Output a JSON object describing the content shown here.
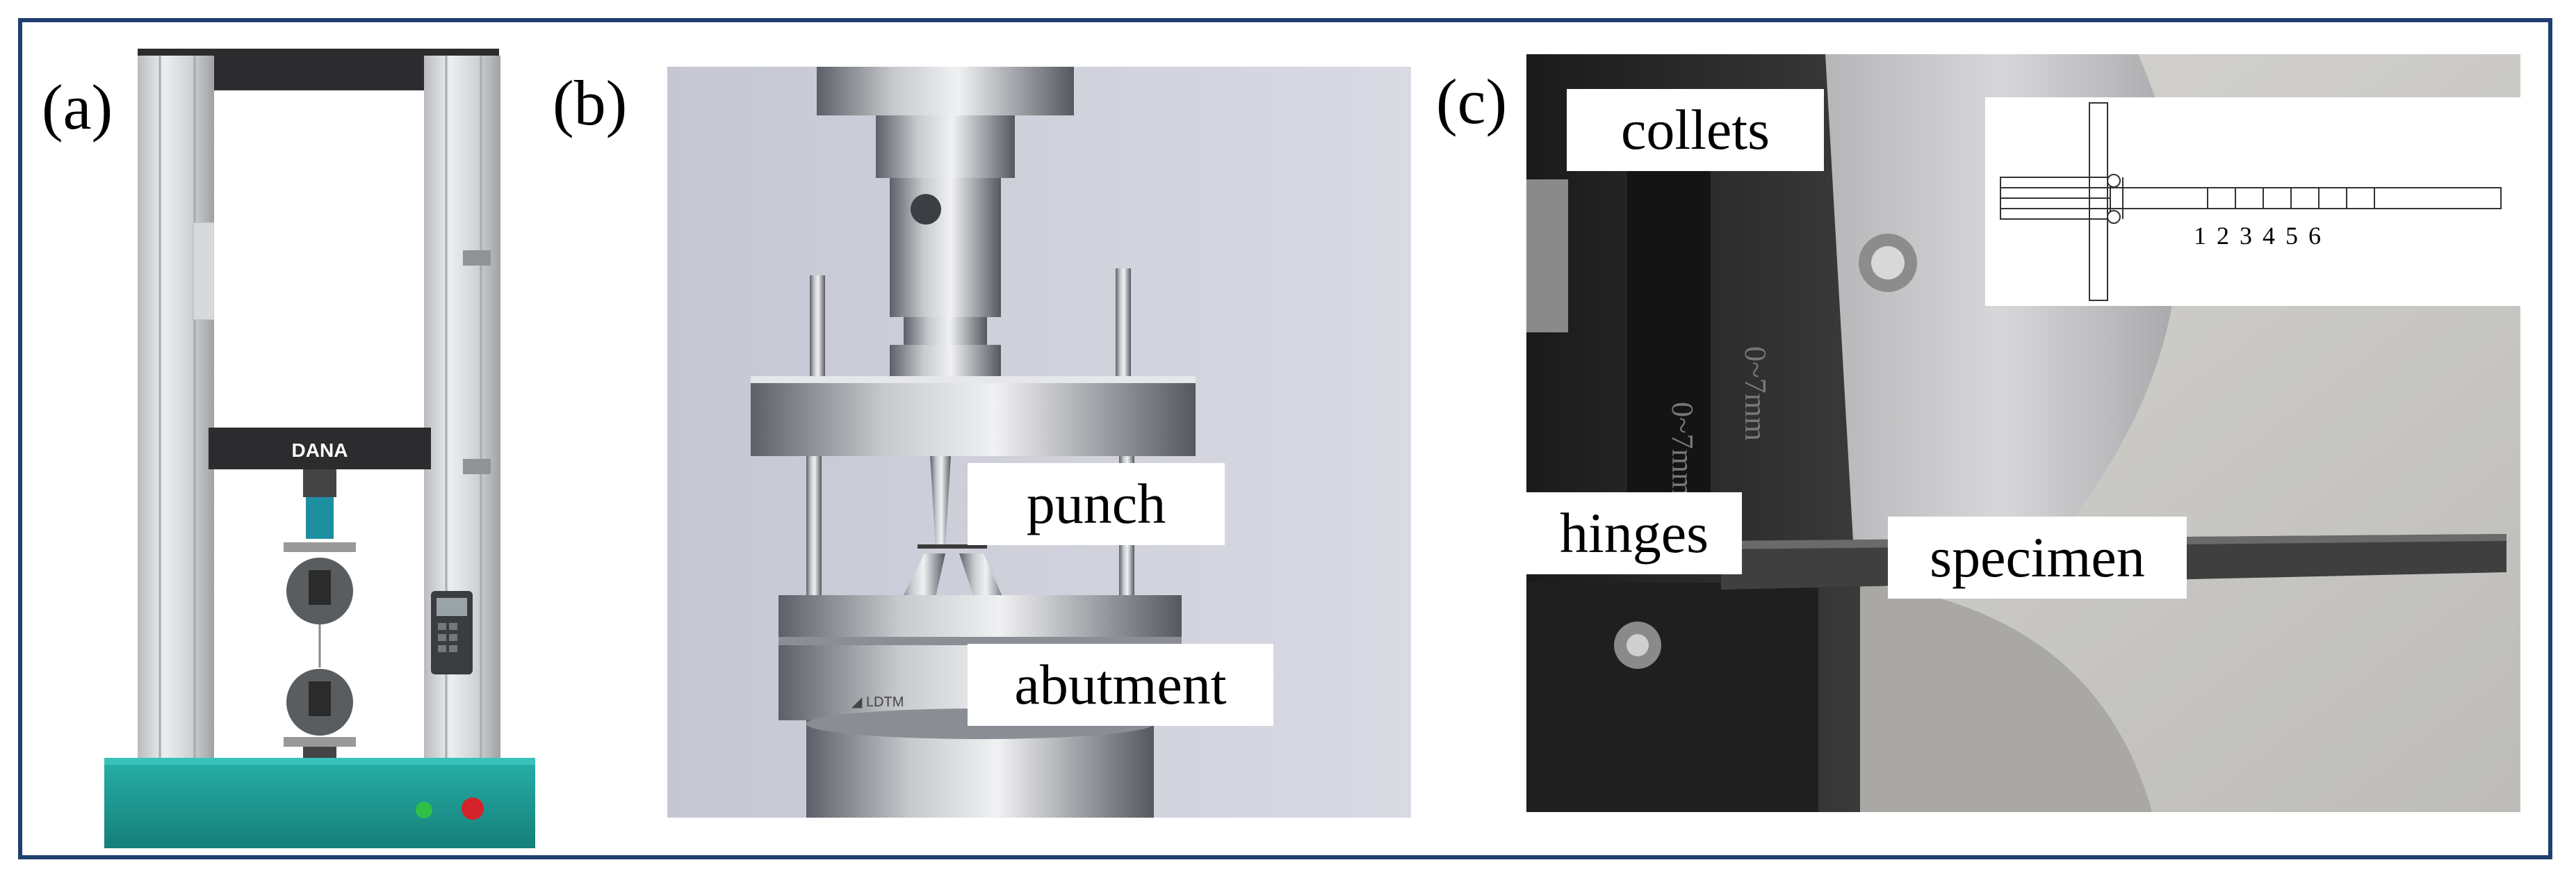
{
  "panels": [
    {
      "label": "(a)"
    },
    {
      "label": "(b)",
      "callouts": [
        "punch",
        "abutment"
      ]
    },
    {
      "label": "(c)",
      "callouts": [
        "collets",
        "hinges",
        "specimen"
      ],
      "inset_numbers": "1 2 3 4 5 6"
    }
  ],
  "machine_brand": "DANA",
  "scale_marks": [
    "0~7mm",
    "0~7mm"
  ],
  "colors": {
    "frame": "#1f3f6f",
    "teal_base": "#1f9a94",
    "background_b": "#cfd0dc"
  }
}
